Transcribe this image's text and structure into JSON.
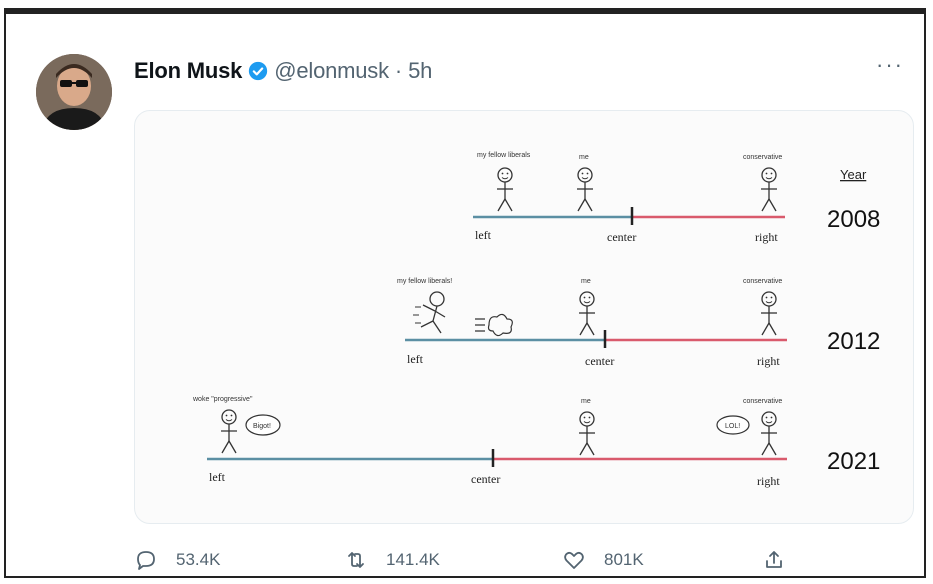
{
  "tweet": {
    "display_name": "Elon Musk",
    "handle": "@elonmusk",
    "separator": "·",
    "time": "5h",
    "more_icon": "ellipsis-icon",
    "verified_color": "#1d9bf0"
  },
  "meme": {
    "year_header": "Year",
    "rows": [
      {
        "year": "2008",
        "left": "left",
        "center": "center",
        "right": "right",
        "figure_labels": [
          "my fellow liberals",
          "me",
          "conservative"
        ]
      },
      {
        "year": "2012",
        "left": "left",
        "center": "center",
        "right": "right",
        "figure_labels": [
          "my fellow liberals!",
          "me",
          "conservative"
        ]
      },
      {
        "year": "2021",
        "left": "left",
        "center": "center",
        "right": "right",
        "figure_labels": [
          "woke \"progressive\"",
          "me",
          "conservative"
        ],
        "bubbles": [
          "Bigot!",
          "LOL!"
        ]
      }
    ],
    "colors": {
      "left_line": "#5b8fa3",
      "right_line": "#d95a6c"
    }
  },
  "actions": {
    "reply_count": "53.4K",
    "retweet_count": "141.4K",
    "like_count": "801K"
  }
}
